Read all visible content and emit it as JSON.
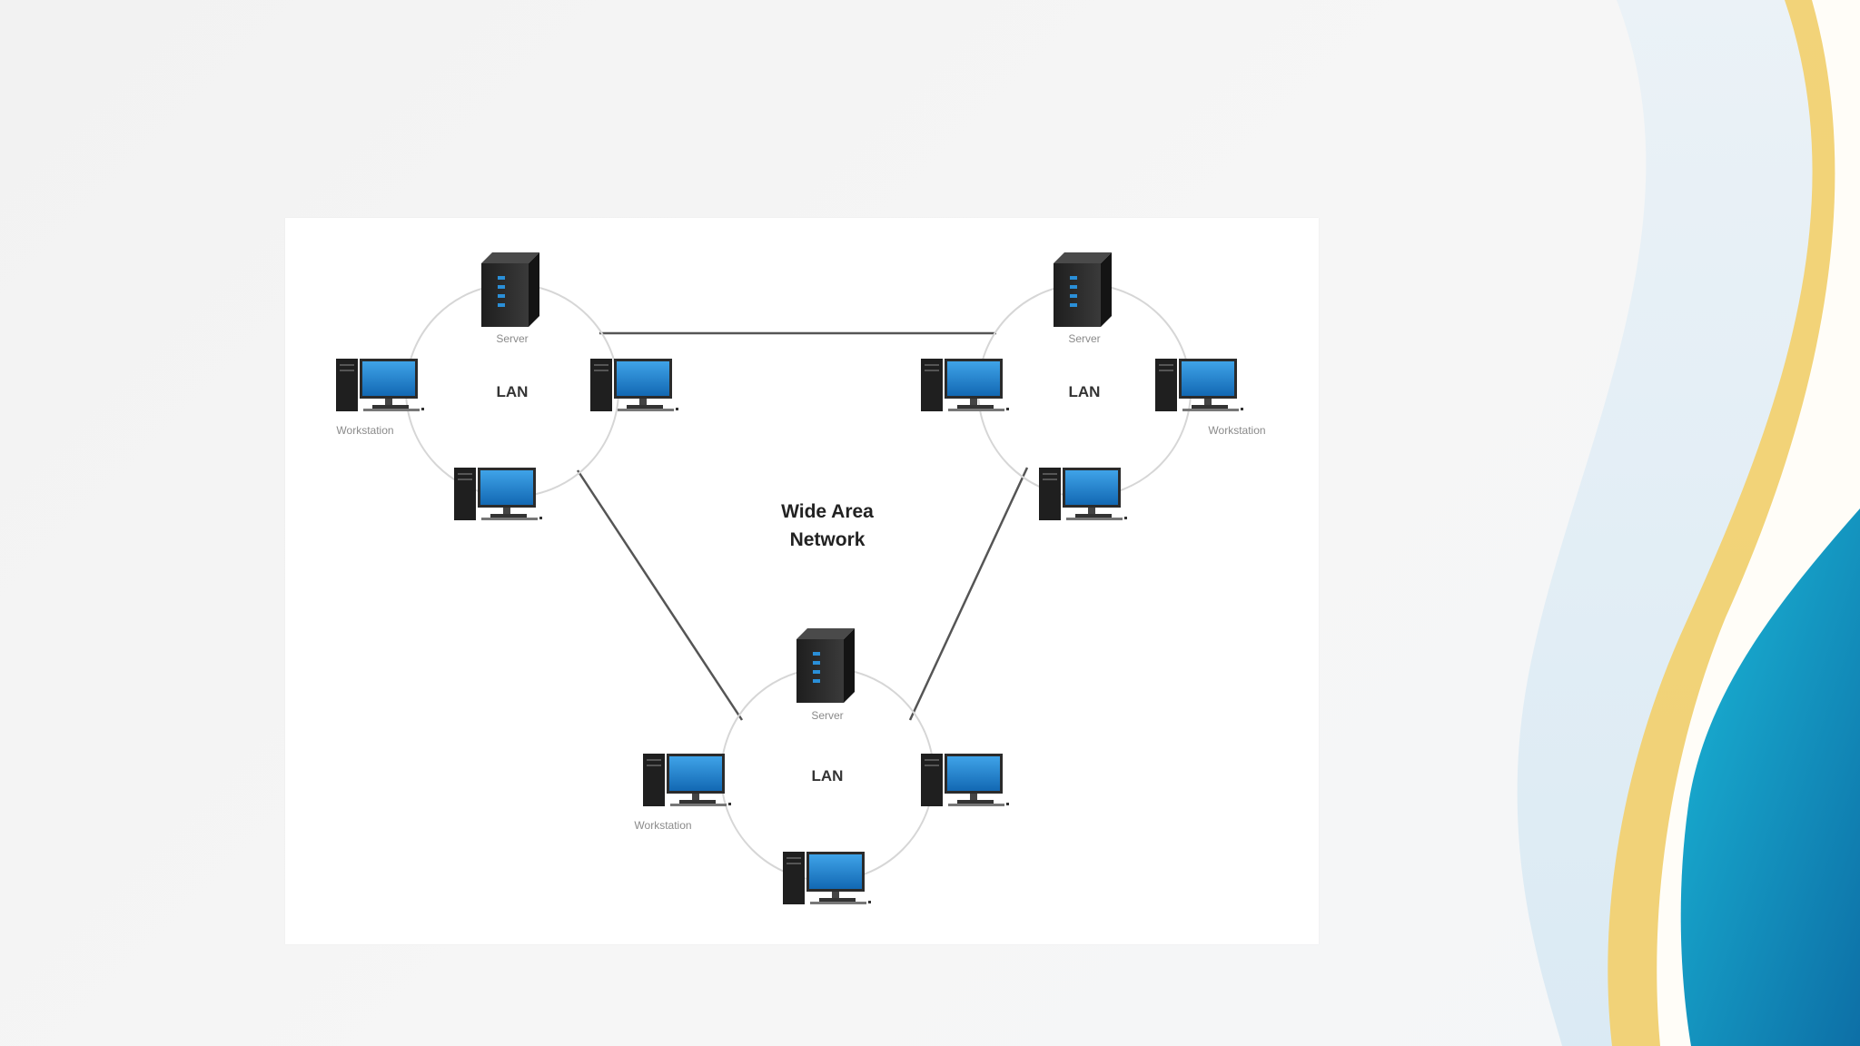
{
  "slide": {
    "accent_colors": {
      "gold": "#f3cf6a",
      "blue_dark": "#0f79ad",
      "blue_light": "#19b1d6",
      "pale_blue": "#dcebf5"
    }
  },
  "diagram": {
    "center_label_line1": "Wide Area",
    "center_label_line2": "Network",
    "lans": [
      {
        "lan_label": "LAN",
        "server_label": "Server",
        "workstation_label": "Workstation"
      },
      {
        "lan_label": "LAN",
        "server_label": "Server",
        "workstation_label": "Workstation"
      },
      {
        "lan_label": "LAN",
        "server_label": "Server",
        "workstation_label": "Workstation"
      }
    ],
    "colors": {
      "monitor_blue": "#1e88d4",
      "server_dark": "#2a2a2a",
      "line": "#555555",
      "ring": "#d6d6d6"
    }
  }
}
